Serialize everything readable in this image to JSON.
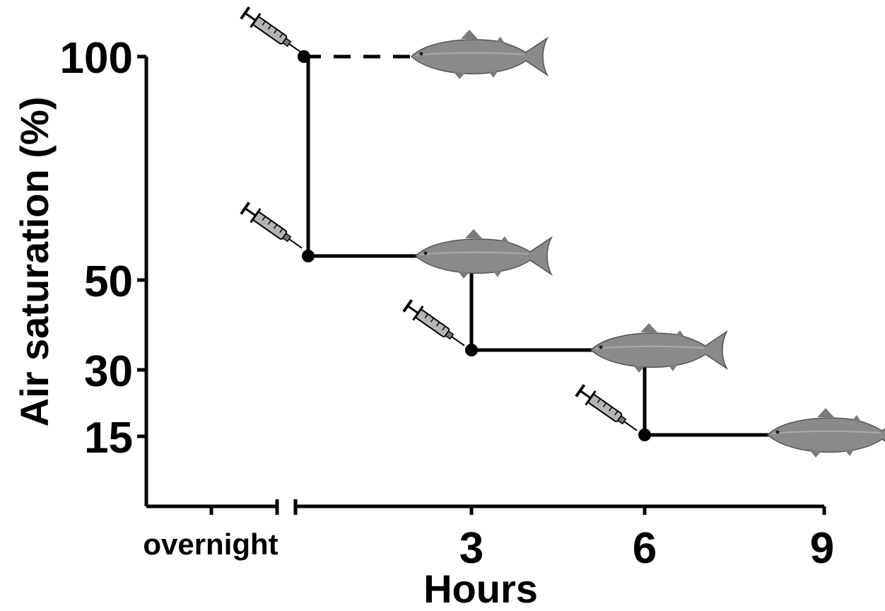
{
  "chart_data": {
    "type": "line",
    "title": "",
    "ylabel": "Air saturation (%)",
    "xlabel": "Hours",
    "y_ticks": [
      "100",
      "50",
      "30",
      "15"
    ],
    "x_ticks": [
      "overnight",
      "3",
      "6",
      "9"
    ],
    "series": [
      {
        "x": [
          0,
          2.3
        ],
        "y": [
          100,
          100
        ],
        "style": "dashed"
      },
      {
        "x": [
          0,
          0,
          3,
          3,
          6,
          6,
          9
        ],
        "y": [
          100,
          55,
          55,
          34,
          34,
          15,
          15
        ],
        "style": "solid"
      }
    ],
    "injection_points": [
      [
        0,
        100
      ],
      [
        0,
        55
      ],
      [
        3,
        34
      ],
      [
        6,
        15
      ]
    ],
    "icons": [
      "syringe-icon",
      "fish-icon"
    ]
  },
  "colors": {
    "line": "#000000",
    "fish": "#8a8a8a",
    "syringe": "#9a9a9a"
  }
}
